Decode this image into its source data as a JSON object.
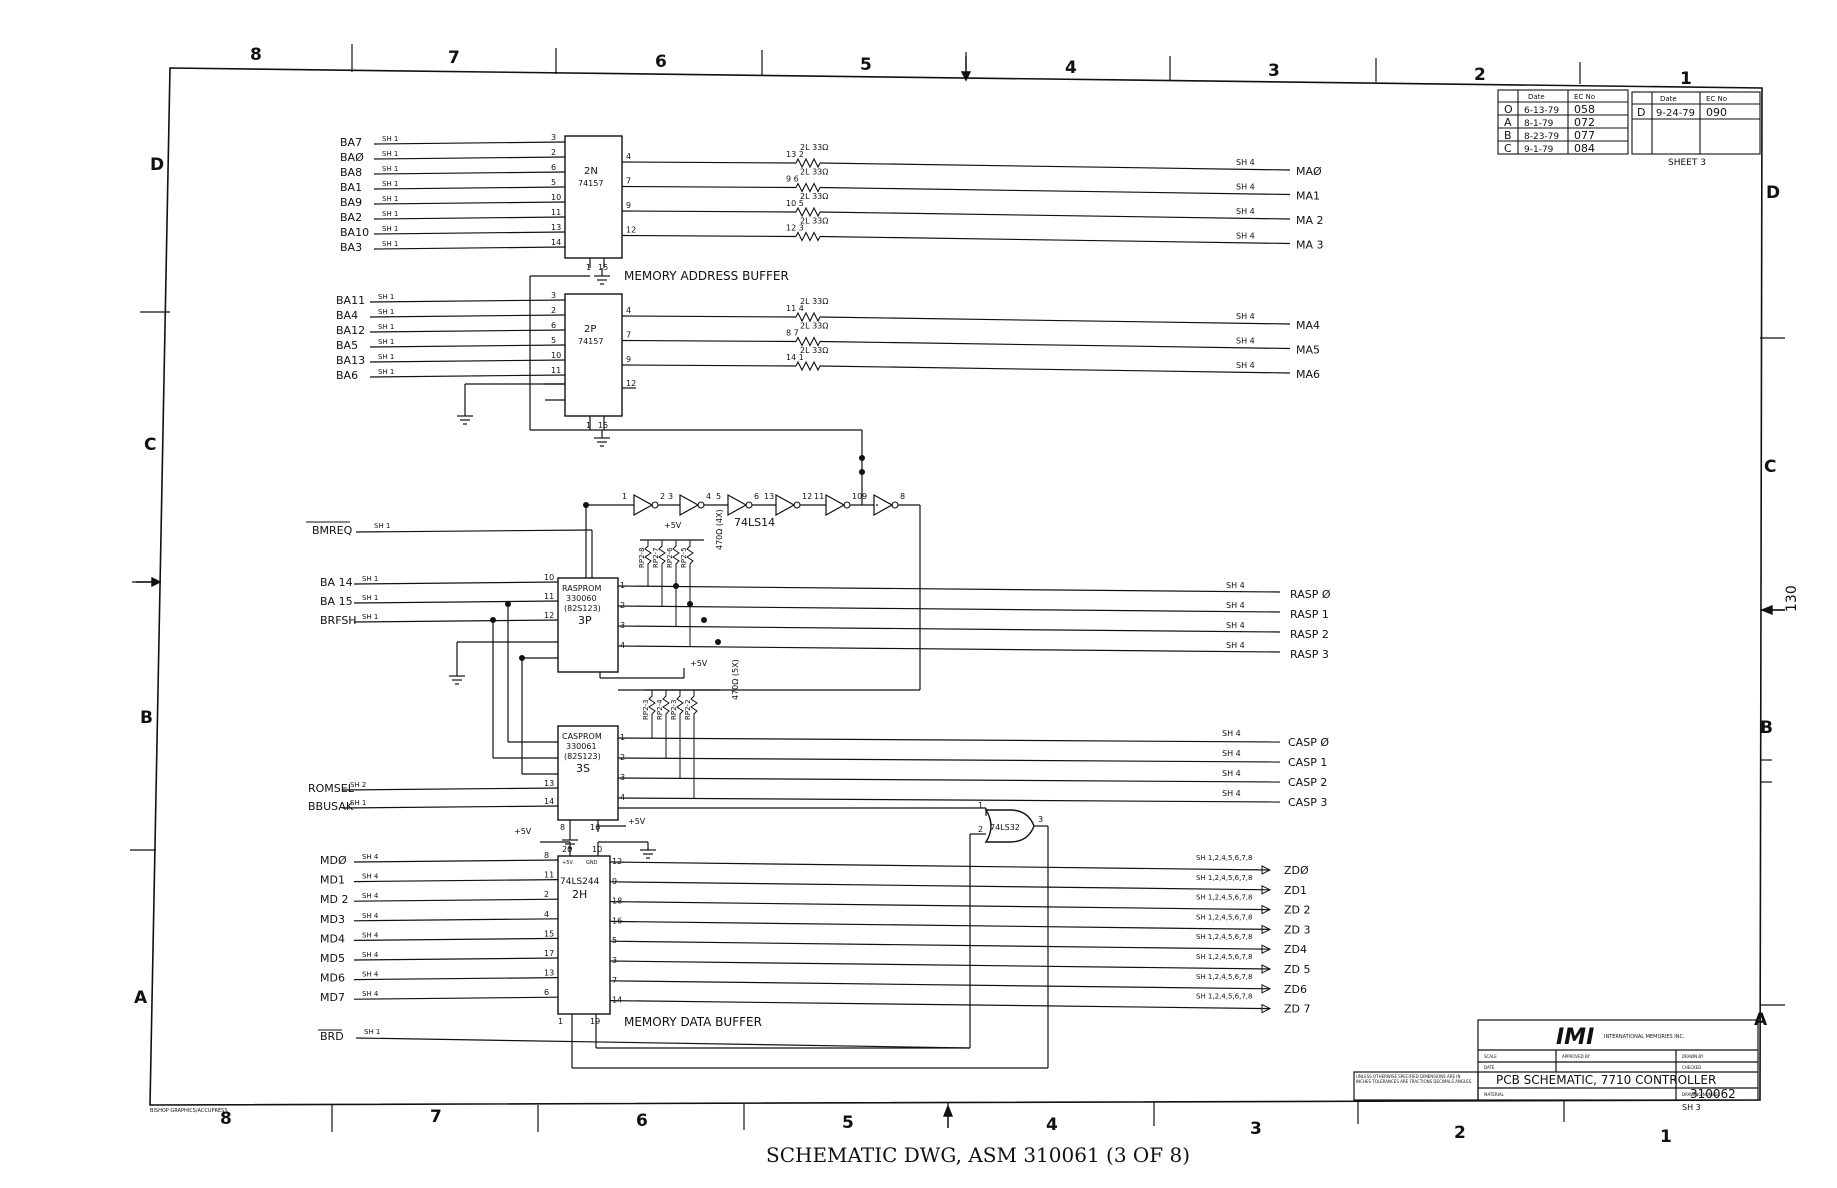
{
  "caption": "SCHEMATIC DWG, ASM 310061 (3 OF 8)",
  "margin_note": "130",
  "zones": {
    "columns": [
      "8",
      "7",
      "6",
      "5",
      "4",
      "3",
      "2",
      "1"
    ],
    "rows": [
      "D",
      "C",
      "B",
      "A"
    ]
  },
  "revision_block": {
    "headers": [
      "Date",
      "EC No"
    ],
    "rows": [
      {
        "rev": "O",
        "date": "6-13-79",
        "ec": "058"
      },
      {
        "rev": "A",
        "date": "8-1-79",
        "ec": "072"
      },
      {
        "rev": "B",
        "date": "8-23-79",
        "ec": "077"
      },
      {
        "rev": "C",
        "date": "9-1-79",
        "ec": "084"
      }
    ],
    "rev_d": {
      "rev": "D",
      "date": "9-24-79",
      "ec": "090"
    },
    "sheet_label": "SHEET 3"
  },
  "title_block": {
    "logo": "IMI",
    "logo_sub": "INTERNATIONAL MEMORIES INC.",
    "title": "PCB SCHEMATIC, 7710 CONTROLLER",
    "drawing_number": "310062",
    "sheet": "SH 3",
    "notes": "UNLESS OTHERWISE SPECIFIED DIMENSIONS ARE IN INCHES TOLERANCES ARE FRACTIONS DECIMALS ANGLES",
    "fields": [
      "SCALE",
      "DATE",
      "APPROVED BY",
      "DRAWN BY",
      "CHECKED",
      "MATERIAL",
      "DRAWING NUMBER"
    ]
  },
  "printer_mark": "BISHOP GRAPHICS/ACCUPRESS",
  "sections": {
    "address_buffer": "MEMORY ADDRESS BUFFER",
    "data_buffer": "MEMORY DATA BUFFER"
  },
  "chips": [
    {
      "id": "2N",
      "type": "74157"
    },
    {
      "id": "2P",
      "type": "74157"
    },
    {
      "id": "3P",
      "type": "RASPROM",
      "part": "330060",
      "extra": "(82S123)"
    },
    {
      "id": "3S",
      "type": "CASPROM",
      "part": "330061",
      "extra": "(82S123)"
    },
    {
      "id": "2H",
      "type": "74LS244"
    },
    {
      "id": "4L",
      "type": "74LS32"
    },
    {
      "id": "inv",
      "type": "74LS14"
    }
  ],
  "resistors": {
    "ra": [
      {
        "pins": "13 2",
        "label": "2L 33Ω"
      },
      {
        "pins": "9 6",
        "label": "2L 33Ω"
      },
      {
        "pins": "10 5",
        "label": "2L 33Ω"
      },
      {
        "pins": "12 3",
        "label": "2L 33Ω"
      }
    ],
    "rb": [
      {
        "pins": "11 4",
        "label": "2L 33Ω"
      },
      {
        "pins": "8 7",
        "label": "2L 33Ω"
      },
      {
        "pins": "14 1",
        "label": "2L 33Ω"
      }
    ],
    "rasp_pack": "470Ω (4X)",
    "casp_pack": "470Ω (5X)",
    "rp_labels": [
      "RP2-8",
      "RP2-7",
      "RP2-6",
      "RP2-5"
    ],
    "cp_labels": [
      "RP2-3",
      "RP2-4",
      "RP2-3",
      "RP2-2"
    ]
  },
  "inputs_2n": [
    {
      "name": "BA7",
      "sheet": "SH 1",
      "pin": "3"
    },
    {
      "name": "BAØ",
      "sheet": "SH 1",
      "pin": "2"
    },
    {
      "name": "BA8",
      "sheet": "SH 1",
      "pin": "6"
    },
    {
      "name": "BA1",
      "sheet": "SH 1",
      "pin": "5"
    },
    {
      "name": "BA9",
      "sheet": "SH 1",
      "pin": "10"
    },
    {
      "name": "BA2",
      "sheet": "SH 1",
      "pin": "11"
    },
    {
      "name": "BA10",
      "sheet": "SH 1",
      "pin": "13"
    },
    {
      "name": "BA3",
      "sheet": "SH 1",
      "pin": "14"
    }
  ],
  "outputs_2n": [
    {
      "name": "MAØ",
      "sheet": "SH 4",
      "pin": "4"
    },
    {
      "name": "MA1",
      "sheet": "SH 4",
      "pin": "7"
    },
    {
      "name": "MA 2",
      "sheet": "SH 4",
      "pin": "9"
    },
    {
      "name": "MA 3",
      "sheet": "SH 4",
      "pin": "12"
    }
  ],
  "inputs_2p": [
    {
      "name": "BA11",
      "sheet": "SH 1",
      "pin": "3"
    },
    {
      "name": "BA4",
      "sheet": "SH 1",
      "pin": "2"
    },
    {
      "name": "BA12",
      "sheet": "SH 1",
      "pin": "6"
    },
    {
      "name": "BA5",
      "sheet": "SH 1",
      "pin": "5"
    },
    {
      "name": "BA13",
      "sheet": "SH 1",
      "pin": "10"
    },
    {
      "name": "BA6",
      "sheet": "SH 1",
      "pin": "11"
    }
  ],
  "outputs_2p": [
    {
      "name": "MA4",
      "sheet": "SH 4",
      "pin": "4"
    },
    {
      "name": "MA5",
      "sheet": "SH 4",
      "pin": "7"
    },
    {
      "name": "MA6",
      "sheet": "SH 4",
      "pin": "9"
    }
  ],
  "inverter_pins": [
    "1",
    "2",
    "3",
    "4",
    "5",
    "6",
    "13",
    "12",
    "11",
    "10",
    "9",
    "8"
  ],
  "bmreq": {
    "name": "BMREQ",
    "sheet": "SH 1"
  },
  "inputs_3p": [
    {
      "name": "BA 14",
      "sheet": "SH 1",
      "pin": "10"
    },
    {
      "name": "BA 15",
      "sheet": "SH 1",
      "pin": "11"
    },
    {
      "name": "BRFSH",
      "sheet": "SH 1",
      "pin": "12"
    }
  ],
  "outputs_3p": [
    {
      "name": "RASP Ø",
      "sheet": "SH 4",
      "pin": "1"
    },
    {
      "name": "RASP 1",
      "sheet": "SH 4",
      "pin": "2"
    },
    {
      "name": "RASP 2",
      "sheet": "SH 4",
      "pin": "3"
    },
    {
      "name": "RASP 3",
      "sheet": "SH 4",
      "pin": "4"
    }
  ],
  "inputs_3s": [
    {
      "name": "ROMSEL",
      "sheet": "SH 2",
      "pin": "13"
    },
    {
      "name": "BBUSAK",
      "sheet": "SH 1",
      "pin": "14"
    }
  ],
  "outputs_3s": [
    {
      "name": "CASP Ø",
      "sheet": "SH 4",
      "pin": "1"
    },
    {
      "name": "CASP 1",
      "sheet": "SH 4",
      "pin": "2"
    },
    {
      "name": "CASP 2",
      "sheet": "SH 4",
      "pin": "3"
    },
    {
      "name": "CASP 3",
      "sheet": "SH 4",
      "pin": "4"
    }
  ],
  "inputs_2h": [
    {
      "name": "MDØ",
      "sheet": "SH 4",
      "pin": "8"
    },
    {
      "name": "MD1",
      "sheet": "SH 4",
      "pin": "11"
    },
    {
      "name": "MD 2",
      "sheet": "SH 4",
      "pin": "2"
    },
    {
      "name": "MD3",
      "sheet": "SH 4",
      "pin": "4"
    },
    {
      "name": "MD4",
      "sheet": "SH 4",
      "pin": "15"
    },
    {
      "name": "MD5",
      "sheet": "SH 4",
      "pin": "17"
    },
    {
      "name": "MD6",
      "sheet": "SH 4",
      "pin": "13"
    },
    {
      "name": "MD7",
      "sheet": "SH 4",
      "pin": "6"
    }
  ],
  "outputs_2h": [
    {
      "name": "ZDØ",
      "sheet": "SH 1,2,4,5,6,7,8",
      "pin": "12"
    },
    {
      "name": "ZD1",
      "sheet": "SH 1,2,4,5,6,7,8",
      "pin": "9"
    },
    {
      "name": "ZD 2",
      "sheet": "SH 1,2,4,5,6,7,8",
      "pin": "18"
    },
    {
      "name": "ZD 3",
      "sheet": "SH 1,2,4,5,6,7,8",
      "pin": "16"
    },
    {
      "name": "ZD4",
      "sheet": "SH 1,2,4,5,6,7,8",
      "pin": "5"
    },
    {
      "name": "ZD 5",
      "sheet": "SH 1,2,4,5,6,7,8",
      "pin": "3"
    },
    {
      "name": "ZD6",
      "sheet": "SH 1,2,4,5,6,7,8",
      "pin": "7"
    },
    {
      "name": "ZD 7",
      "sheet": "SH 1,2,4,5,6,7,8",
      "pin": "14"
    }
  ],
  "brd": {
    "name": "BRD",
    "sheet": "SH 1"
  },
  "power": {
    "vcc": "+5V",
    "gnd": "GND"
  },
  "gate_pins": [
    "1",
    "2",
    "3"
  ],
  "chip_pins": {
    "select": "1",
    "enable": "15",
    "vcc": "20",
    "gnd": "10",
    "g1": "1",
    "g2": "19",
    "vcc_3p": "16",
    "gnd_3p": "8"
  }
}
